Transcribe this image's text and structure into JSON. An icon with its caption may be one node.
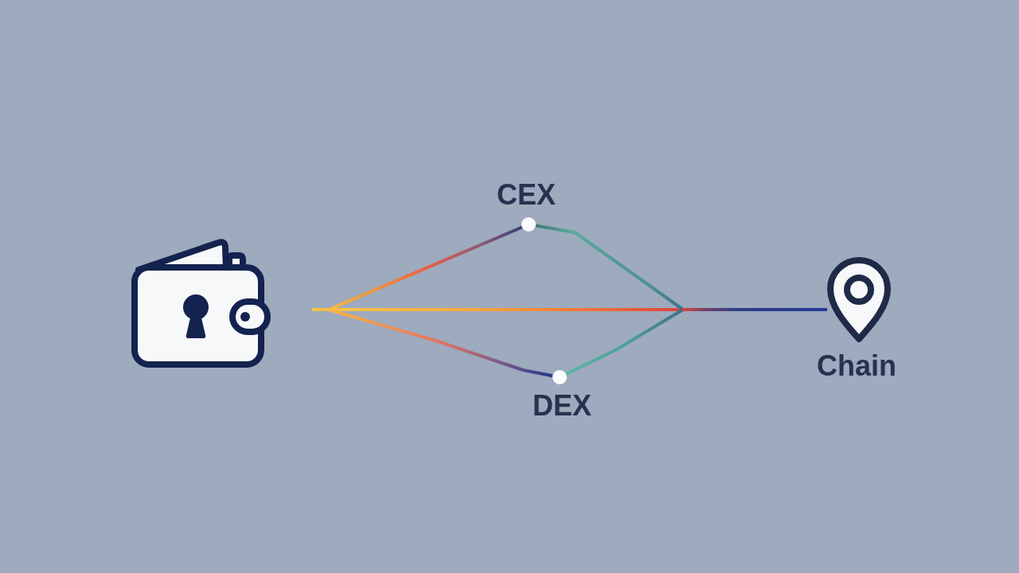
{
  "diagram": {
    "nodes": [
      {
        "text": [],
        "shape": "picture"
      },
      {
        "text": [],
        "shape": "circle",
        "beside": [
          "CEX"
        ]
      },
      {
        "text": [],
        "shape": "circle",
        "beside": [
          "DEX"
        ]
      },
      {
        "text": [],
        "shape": "picture",
        "beside": [
          "Chain"
        ]
      }
    ],
    "edges": [
      {
        "from": 0,
        "to": 1,
        "arrow": "none"
      },
      {
        "from": 0,
        "to": 3,
        "arrow": "none"
      },
      {
        "from": 0,
        "to": 2,
        "arrow": "none"
      },
      {
        "from": 1,
        "to": 3,
        "arrow": "none"
      },
      {
        "from": 2,
        "to": 3,
        "arrow": "none"
      }
    ]
  }
}
